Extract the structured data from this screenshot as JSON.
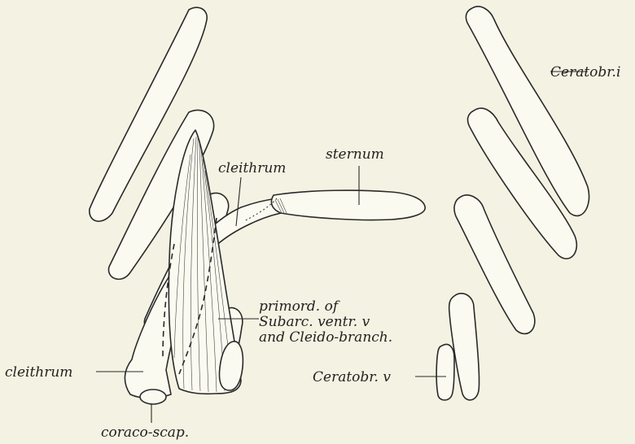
{
  "labels": {
    "ceratobr_i": "Ceratobr.i",
    "ceratobr_v": "Ceratobr. v",
    "sternum": "sternum",
    "cleithrum_upper": "cleithrum",
    "cleithrum_lower": "cleithrum",
    "primord_line1": "primord. of",
    "primord_line2": "Subarc. ventr. v",
    "primord_line3": "and Cleido-branch.",
    "coraco_scap": "coraco-scap."
  }
}
